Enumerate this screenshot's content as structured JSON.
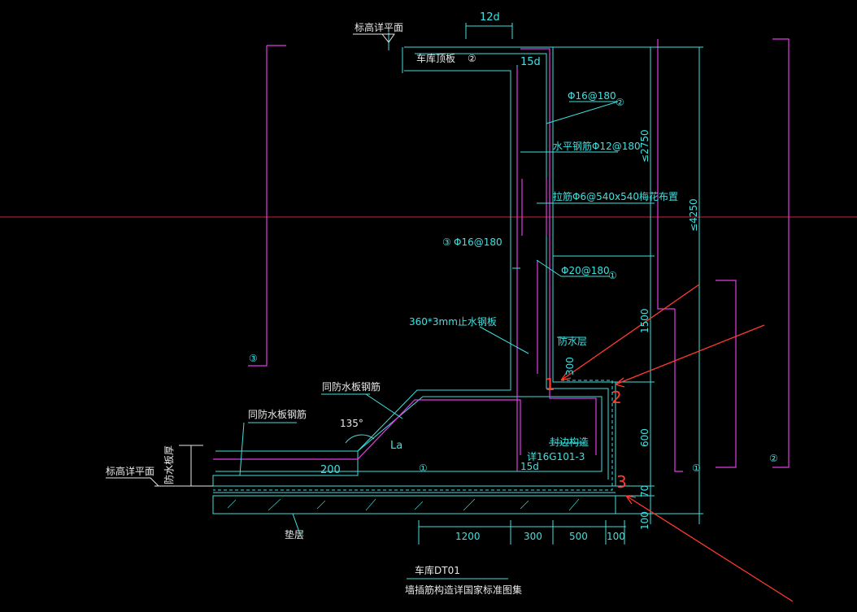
{
  "labels": {
    "top_level": "标高详平面",
    "roof_slab": "车库顶板",
    "dim_12d": "12d",
    "dim_15d_top": "15d",
    "rebar_top": "Φ16@180",
    "horiz_rebar": "水平钢筋Φ12@180",
    "tie_bar": "拉筋Φ6@540x540梅花布置",
    "rebar_3": "Φ16@180",
    "rebar_1": "Φ20@180",
    "waterstop": "360*3mm止水钢板",
    "waterproof": "防水层",
    "same_slab_rebar_1": "同防水板钢筋",
    "same_slab_rebar_2": "同防水板钢筋",
    "angle": "135°",
    "la": "La",
    "dim_200": "200",
    "seal": "封边构造",
    "detail_ref": "详16G101-3",
    "dim_15d_bot": "15d",
    "bottom_level": "标高详平面",
    "slab_thk": "防水板厚",
    "cushion": "垫层",
    "title": "车库DT01",
    "subtitle": "墙插筋构造详国家标准图集",
    "circle_1": "①",
    "circle_2": "②",
    "circle_3": "③",
    "dim_300_side": "300"
  },
  "dims_bottom": [
    "1200",
    "300",
    "500",
    "100"
  ],
  "dims_right": [
    "≤2750",
    "1500",
    "600",
    "70",
    "100"
  ],
  "dim_total": "≤4250",
  "markers": [
    "1",
    "2",
    "3"
  ],
  "colors": {
    "cyan": "#3fe0e0",
    "magenta": "#e23be6",
    "red": "#ff3b2f",
    "white": "#e8e8e8"
  }
}
